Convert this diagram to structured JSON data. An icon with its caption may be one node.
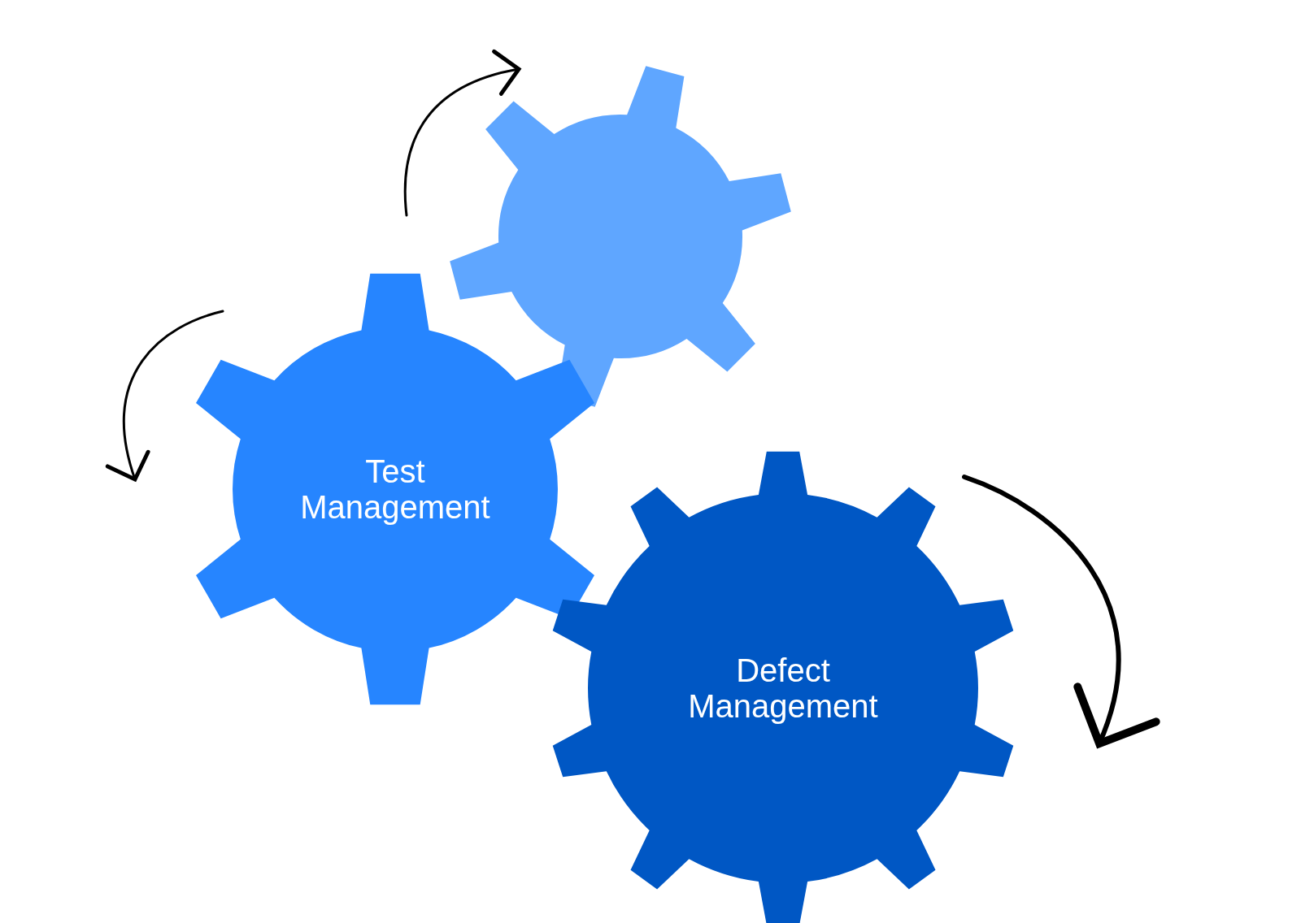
{
  "diagram": {
    "nodes": [
      {
        "text": [],
        "shape": "gear"
      },
      {
        "text": [
          "Test Management"
        ]
      },
      {
        "text": [
          "Defect Management"
        ]
      }
    ]
  }
}
